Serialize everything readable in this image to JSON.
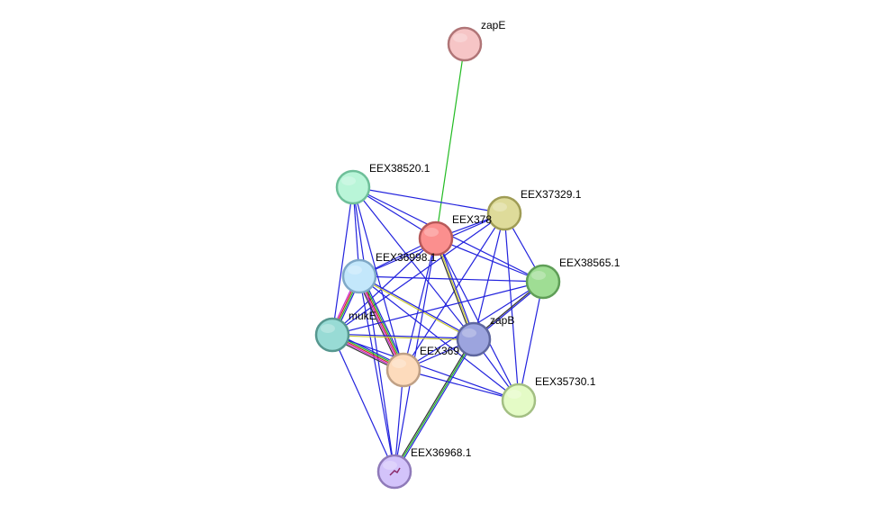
{
  "nodes": [
    {
      "id": "zapE",
      "label": "zapE",
      "fill": "#f6c5c6",
      "stroke": "#b07577"
    },
    {
      "id": "EEX38520.1",
      "label": "EEX38520.1",
      "fill": "#b9f5d8",
      "stroke": "#6ebf99"
    },
    {
      "id": "EEX37329.1",
      "label": "EEX37329.1",
      "fill": "#dedb9a",
      "stroke": "#9f9c55"
    },
    {
      "id": "EEX378",
      "label": "EEX378",
      "fill": "#fb8f8e",
      "stroke": "#b75959"
    },
    {
      "id": "EEX36998.1",
      "label": "EEX36998.1",
      "fill": "#c3e7fb",
      "stroke": "#7fa9c8"
    },
    {
      "id": "EEX38565.1",
      "label": "EEX38565.1",
      "fill": "#9fdd94",
      "stroke": "#5f9e57"
    },
    {
      "id": "mukE",
      "label": "mukE",
      "fill": "#98dbd5",
      "stroke": "#56978f"
    },
    {
      "id": "zapB",
      "label": "zapB",
      "fill": "#9ca4de",
      "stroke": "#5e669e"
    },
    {
      "id": "EEX369",
      "label": "EEX369",
      "fill": "#fddbbc",
      "stroke": "#bfa085"
    },
    {
      "id": "EEX35730.1",
      "label": "EEX35730.1",
      "fill": "#e4fbc6",
      "stroke": "#a3bf83"
    },
    {
      "id": "EEX36968.1",
      "label": "EEX36968.1",
      "fill": "#d3c3fa",
      "stroke": "#8f7ab9"
    }
  ],
  "edges": [
    {
      "source": "zapE",
      "target": "EEX378",
      "colors": [
        "#22bb22"
      ]
    },
    {
      "source": "EEX38520.1",
      "target": "EEX378",
      "colors": [
        "#2222dd"
      ]
    },
    {
      "source": "EEX38520.1",
      "target": "EEX37329.1",
      "colors": [
        "#2222dd"
      ]
    },
    {
      "source": "EEX38520.1",
      "target": "EEX38565.1",
      "colors": [
        "#2222dd"
      ]
    },
    {
      "source": "EEX38520.1",
      "target": "EEX36998.1",
      "colors": [
        "#2222dd"
      ]
    },
    {
      "source": "EEX38520.1",
      "target": "mukE",
      "colors": [
        "#2222dd"
      ]
    },
    {
      "source": "EEX38520.1",
      "target": "zapB",
      "colors": [
        "#2222dd"
      ]
    },
    {
      "source": "EEX38520.1",
      "target": "EEX369",
      "colors": [
        "#2222dd"
      ]
    },
    {
      "source": "EEX38520.1",
      "target": "EEX36968.1",
      "colors": [
        "#2222dd"
      ]
    },
    {
      "source": "EEX37329.1",
      "target": "EEX378",
      "colors": [
        "#2222dd"
      ]
    },
    {
      "source": "EEX37329.1",
      "target": "EEX36998.1",
      "colors": [
        "#2222dd"
      ]
    },
    {
      "source": "EEX37329.1",
      "target": "EEX38565.1",
      "colors": [
        "#2222dd"
      ]
    },
    {
      "source": "EEX37329.1",
      "target": "mukE",
      "colors": [
        "#2222dd"
      ]
    },
    {
      "source": "EEX37329.1",
      "target": "zapB",
      "colors": [
        "#2222dd"
      ]
    },
    {
      "source": "EEX37329.1",
      "target": "EEX369",
      "colors": [
        "#2222dd"
      ]
    },
    {
      "source": "EEX37329.1",
      "target": "EEX35730.1",
      "colors": [
        "#2222dd"
      ]
    },
    {
      "source": "EEX378",
      "target": "EEX36998.1",
      "colors": [
        "#2222dd"
      ]
    },
    {
      "source": "EEX378",
      "target": "EEX38565.1",
      "colors": [
        "#2222dd"
      ]
    },
    {
      "source": "EEX378",
      "target": "mukE",
      "colors": [
        "#2222dd"
      ]
    },
    {
      "source": "EEX378",
      "target": "zapB",
      "colors": [
        "#2222dd",
        "#cccc33",
        "#333333"
      ]
    },
    {
      "source": "EEX378",
      "target": "EEX369",
      "colors": [
        "#2222dd"
      ]
    },
    {
      "source": "EEX378",
      "target": "EEX35730.1",
      "colors": [
        "#2222dd"
      ]
    },
    {
      "source": "EEX378",
      "target": "EEX36968.1",
      "colors": [
        "#2222dd"
      ]
    },
    {
      "source": "EEX36998.1",
      "target": "EEX38565.1",
      "colors": [
        "#2222dd"
      ]
    },
    {
      "source": "EEX36998.1",
      "target": "mukE",
      "colors": [
        "#2222dd",
        "#22bb22",
        "#cc2222",
        "#cc22cc"
      ]
    },
    {
      "source": "EEX36998.1",
      "target": "zapB",
      "colors": [
        "#2222dd",
        "#cccc33"
      ]
    },
    {
      "source": "EEX36998.1",
      "target": "EEX369",
      "colors": [
        "#2222dd",
        "#22bb22",
        "#cc2222",
        "#cc22cc",
        "#333333"
      ]
    },
    {
      "source": "EEX36998.1",
      "target": "EEX35730.1",
      "colors": [
        "#2222dd"
      ]
    },
    {
      "source": "EEX36998.1",
      "target": "EEX36968.1",
      "colors": [
        "#2222dd"
      ]
    },
    {
      "source": "EEX38565.1",
      "target": "mukE",
      "colors": [
        "#2222dd"
      ]
    },
    {
      "source": "EEX38565.1",
      "target": "zapB",
      "colors": [
        "#2222dd",
        "#333333"
      ]
    },
    {
      "source": "EEX38565.1",
      "target": "EEX369",
      "colors": [
        "#2222dd"
      ]
    },
    {
      "source": "EEX38565.1",
      "target": "EEX35730.1",
      "colors": [
        "#2222dd"
      ]
    },
    {
      "source": "mukE",
      "target": "zapB",
      "colors": [
        "#2222dd",
        "#cccc33"
      ]
    },
    {
      "source": "mukE",
      "target": "EEX369",
      "colors": [
        "#2222dd",
        "#22bb22",
        "#cc2222",
        "#cc22cc",
        "#333333"
      ]
    },
    {
      "source": "mukE",
      "target": "EEX35730.1",
      "colors": [
        "#2222dd"
      ]
    },
    {
      "source": "mukE",
      "target": "EEX36968.1",
      "colors": [
        "#2222dd"
      ]
    },
    {
      "source": "zapB",
      "target": "EEX369",
      "colors": [
        "#2222dd"
      ]
    },
    {
      "source": "zapB",
      "target": "EEX35730.1",
      "colors": [
        "#2222dd"
      ]
    },
    {
      "source": "zapB",
      "target": "EEX36968.1",
      "colors": [
        "#2222dd",
        "#22bb22",
        "#333333"
      ]
    },
    {
      "source": "EEX369",
      "target": "EEX35730.1",
      "colors": [
        "#2222dd"
      ]
    },
    {
      "source": "EEX369",
      "target": "EEX36968.1",
      "colors": [
        "#2222dd"
      ]
    }
  ]
}
